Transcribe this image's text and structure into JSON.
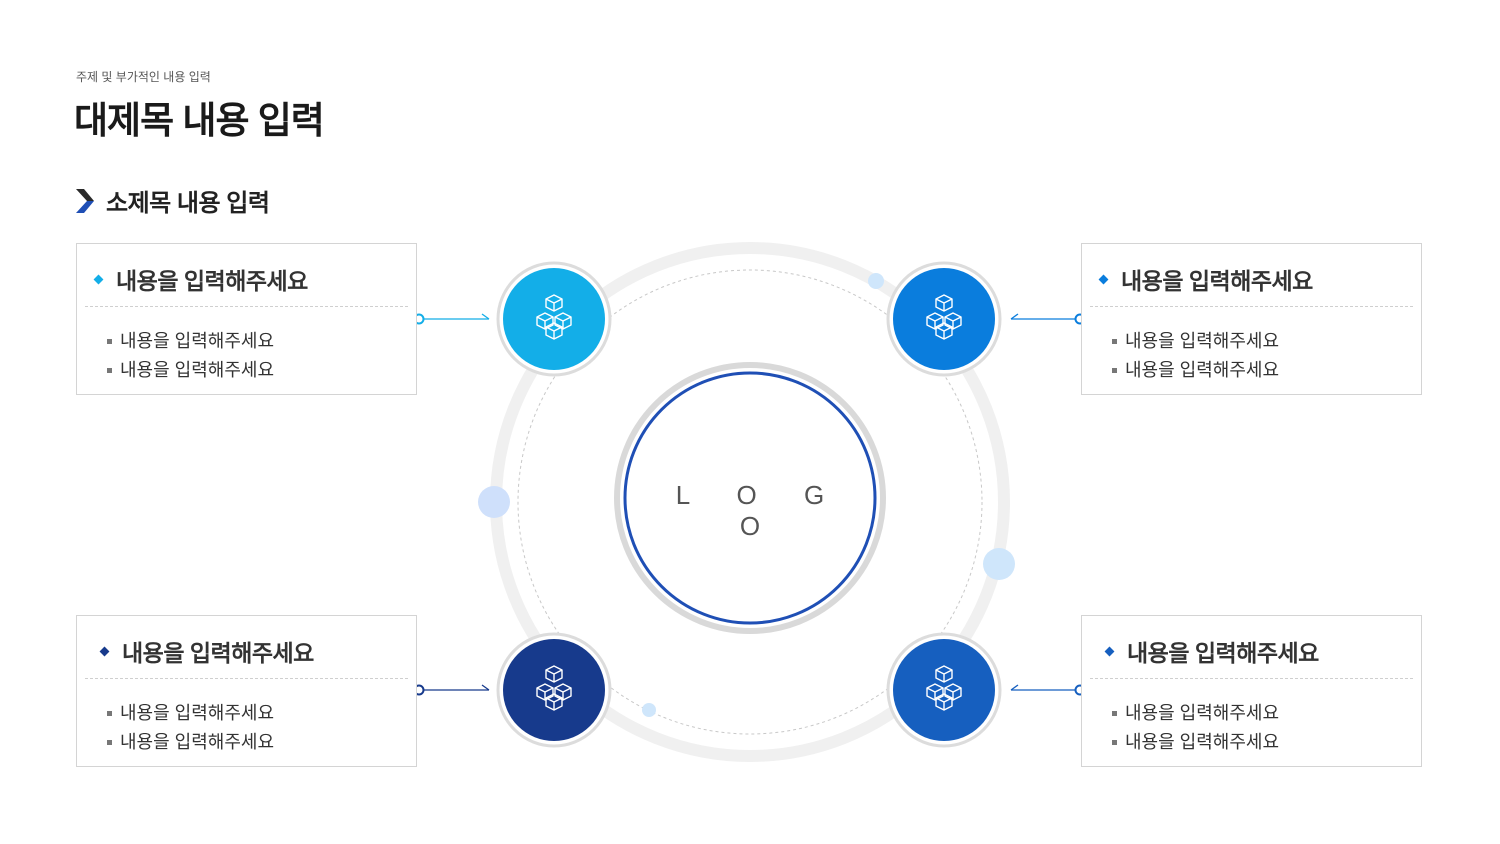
{
  "header": {
    "eyebrow": "주제 및 부가적인 내용 입력",
    "title": "대제목 내용 입력",
    "subtitle": "소제목 내용 입력"
  },
  "center": {
    "logo": "L O G O"
  },
  "colors": {
    "node_top_left": "#13aee8",
    "node_top_right": "#0a7ddd",
    "node_bottom_left": "#173a8c",
    "node_bottom_right": "#165fbf",
    "accent": "#1f4fb5"
  },
  "cards": [
    {
      "title": "내용을 입력해주세요",
      "items": [
        "내용을 입력해주세요",
        "내용을 입력해주세요"
      ]
    },
    {
      "title": "내용을 입력해주세요",
      "items": [
        "내용을 입력해주세요",
        "내용을 입력해주세요"
      ]
    },
    {
      "title": "내용을 입력해주세요",
      "items": [
        "내용을 입력해주세요",
        "내용을 입력해주세요"
      ]
    },
    {
      "title": "내용을 입력해주세요",
      "items": [
        "내용을 입력해주세요",
        "내용을 입력해주세요"
      ]
    }
  ],
  "icons": [
    "chevron-right-icon",
    "cubes-icon"
  ]
}
